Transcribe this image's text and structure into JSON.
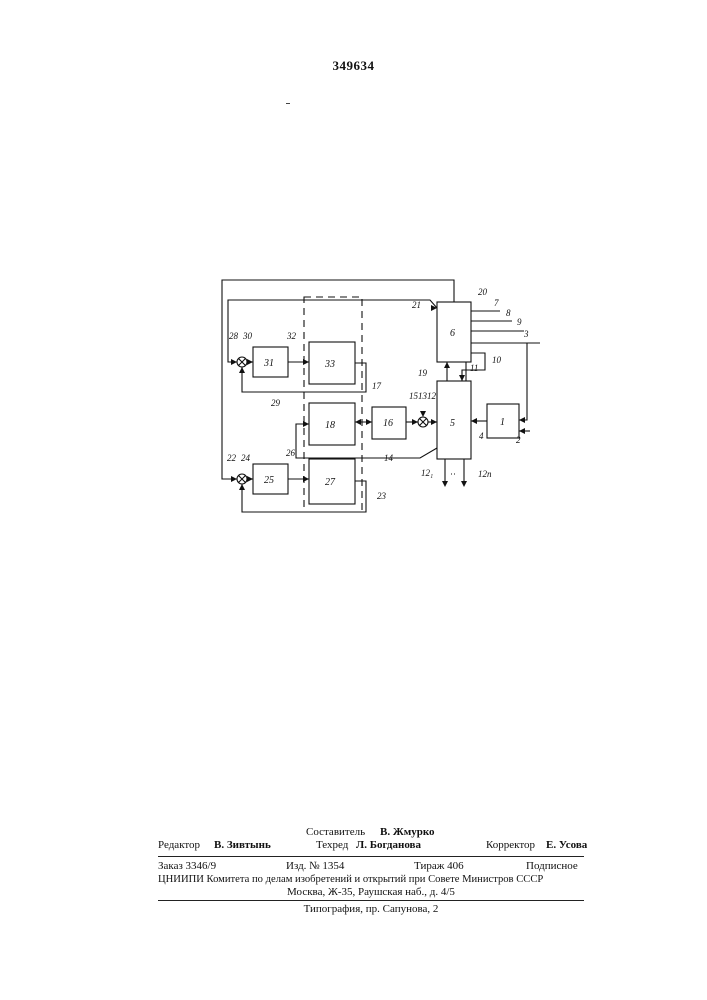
{
  "header": {
    "patent_number": "349634"
  },
  "diagram": {
    "block_labels": {
      "b6": "6",
      "b5": "5",
      "b1": "1",
      "b31": "31",
      "b33": "33",
      "b18": "18",
      "b16": "16",
      "b25": "25",
      "b27": "27"
    },
    "line_labels": {
      "l20": "20",
      "l21": "21",
      "l7": "7",
      "l8": "8",
      "l9": "9",
      "l3": "3",
      "l10": "10",
      "l11": "11",
      "l19": "19",
      "l28": "28",
      "l30": "30",
      "l32": "32",
      "l17": "17",
      "l15131": "151312",
      "l29": "29",
      "l14": "14",
      "l4": "4",
      "l2": "2",
      "l22": "22",
      "l24": "24",
      "l26": "26",
      "l23": "23",
      "l12a": "12₁",
      "l12b": "12п"
    }
  },
  "footer": {
    "compiler_label": "Составитель",
    "compiler_name": "В. Жмурко",
    "editor_label": "Редактор",
    "editor_name": "В. Зивтынь",
    "techred_label": "Техред",
    "techred_name": "Л. Богданова",
    "corrector_label": "Корректор",
    "corrector_name": "Е. Усова",
    "order": "Заказ 3346/9",
    "izd": "Изд. № 1354",
    "tirazh": "Тираж 406",
    "podpisnoe": "Подписное",
    "org_line": "ЦНИИПИ Комитета по делам изобретений и открытий при Совете Министров СССР",
    "address": "Москва, Ж-35, Раушская наб., д. 4/5",
    "printer": "Типография, пр. Сапунова, 2"
  }
}
